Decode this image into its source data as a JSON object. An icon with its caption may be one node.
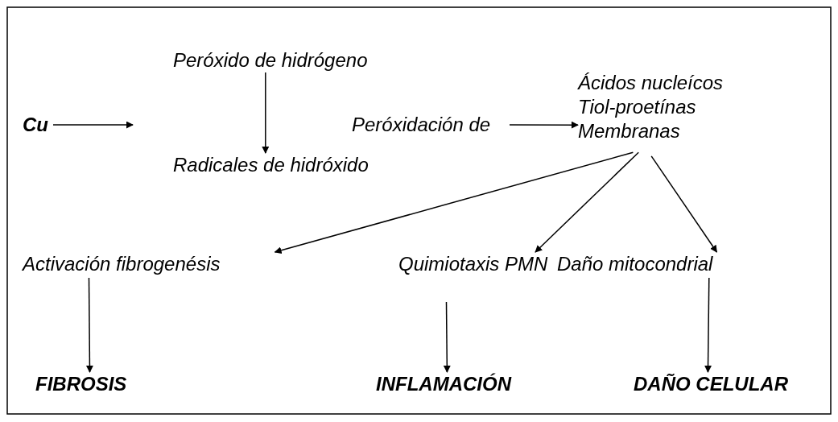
{
  "diagram": {
    "nodes": [
      {
        "text": [
          "Cu"
        ]
      },
      {
        "text": [
          "Peróxido de hidrógeno"
        ]
      },
      {
        "text": [
          "Radicales de hidróxido"
        ]
      },
      {
        "text": [
          "Peróxidación de"
        ]
      },
      {
        "text": [
          "Ácidos nucleícos",
          "Tiol-proetínas",
          "Membranas"
        ]
      },
      {
        "text": [
          "Activación fibrogenésis"
        ]
      },
      {
        "text": [
          "Quimiotaxis PMN"
        ]
      },
      {
        "text": [
          "Daño mitocondrial"
        ]
      },
      {
        "text": [
          "FIBROSIS"
        ]
      },
      {
        "text": [
          "INFLAMACIÓN"
        ]
      },
      {
        "text": [
          "DAÑO CELULAR"
        ]
      }
    ],
    "edges": [
      {
        "from": 0,
        "to": null,
        "arrow": "to"
      },
      {
        "from": 1,
        "to": 2,
        "arrow": "to"
      },
      {
        "from": 3,
        "to": 4,
        "arrow": "to"
      },
      {
        "from": 4,
        "to": 5,
        "arrow": "to"
      },
      {
        "from": 4,
        "to": 6,
        "arrow": "to"
      },
      {
        "from": 4,
        "to": 7,
        "arrow": "to"
      },
      {
        "from": 5,
        "to": 8,
        "arrow": "to"
      },
      {
        "from": 6,
        "to": 9,
        "arrow": "to"
      },
      {
        "from": 7,
        "to": 10,
        "arrow": "to"
      }
    ]
  }
}
